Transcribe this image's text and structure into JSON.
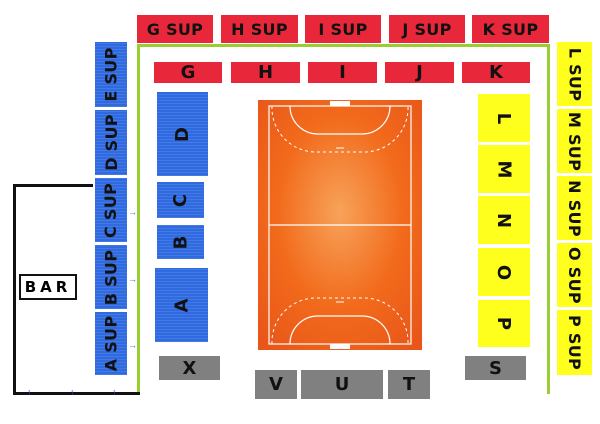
{
  "top_sup": [
    "G SUP",
    "H SUP",
    "I SUP",
    "J SUP",
    "K SUP"
  ],
  "top_sections": [
    "G",
    "H",
    "I",
    "J",
    "K"
  ],
  "left_sup": [
    "E SUP",
    "D SUP",
    "C SUP",
    "B SUP",
    "A SUP"
  ],
  "left_sections": [
    "D",
    "C",
    "B",
    "A"
  ],
  "right_sections": [
    "L",
    "M",
    "N",
    "O",
    "P"
  ],
  "right_sup": [
    "L SUP",
    "M SUP",
    "N SUP",
    "O SUP",
    "P SUP"
  ],
  "bottom_sections": {
    "x": "X",
    "v": "V",
    "u": "U",
    "t": "T",
    "s": "S"
  },
  "bar_label": "BAR",
  "colors": {
    "red": "#e8283a",
    "blue": "#2f6ae0",
    "yellow": "#ffff1e",
    "gray": "#808080",
    "court": "#f26a1b",
    "border": "#9acd32"
  }
}
